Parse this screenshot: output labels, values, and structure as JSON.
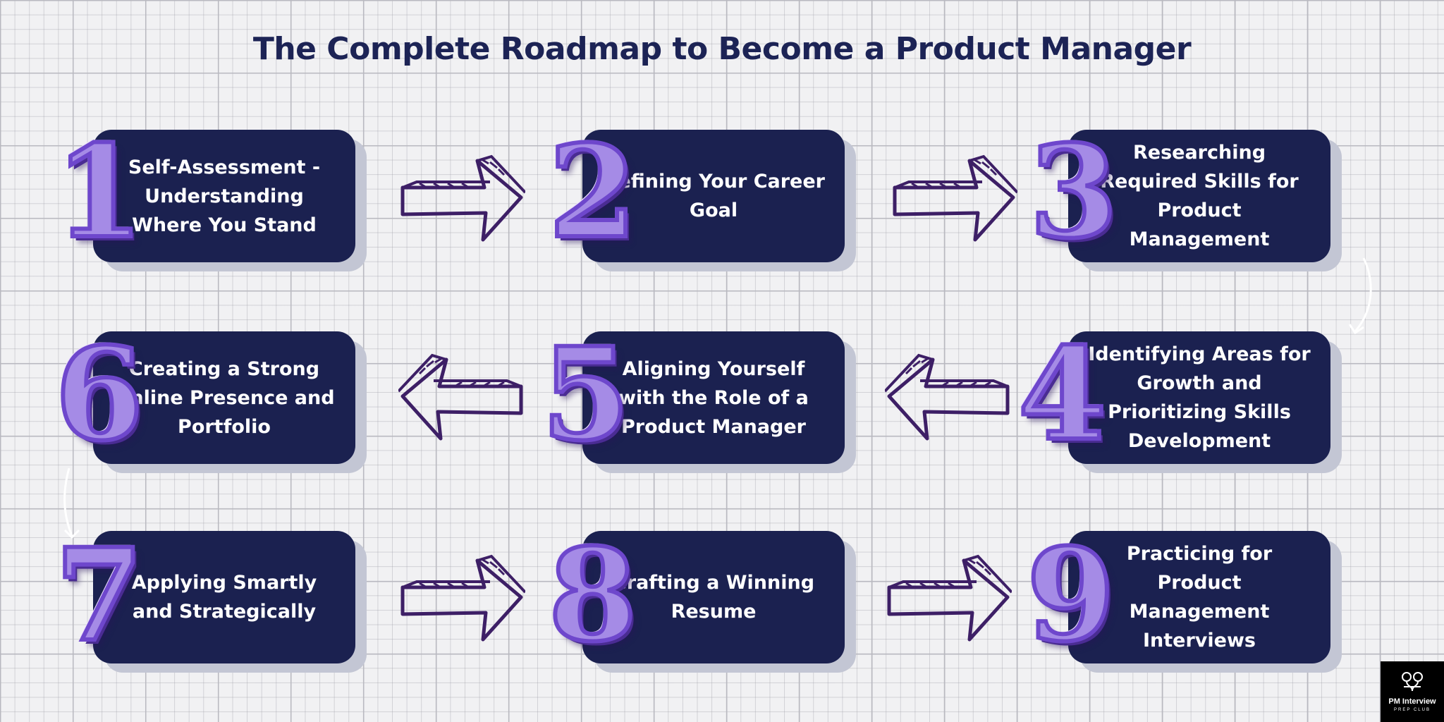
{
  "title": "The Complete Roadmap to Become a Product Manager",
  "colors": {
    "card": "#1b2150",
    "card_shadow": "#c3c6d4",
    "title": "#1c2355",
    "number": "#a58be6",
    "arrow": "#3d1f66"
  },
  "steps": [
    {
      "number": "1",
      "label": "Self-Assessment - Understanding Where You Stand"
    },
    {
      "number": "2",
      "label": "Defining Your Career Goal"
    },
    {
      "number": "3",
      "label": "Researching Required Skills for Product Management"
    },
    {
      "number": "4",
      "label": "Identifying Areas for Growth and Prioritizing Skills Development"
    },
    {
      "number": "5",
      "label": "Aligning Yourself with the Role of a Product Manager"
    },
    {
      "number": "6",
      "label": "Creating a Strong Online Presence and Portfolio"
    },
    {
      "number": "7",
      "label": "Applying Smartly and Strategically"
    },
    {
      "number": "8",
      "label": "Crafting a Winning Resume"
    },
    {
      "number": "9",
      "label": "Practicing for Product Management Interviews"
    }
  ],
  "arrows": [
    "right-arrow-icon",
    "left-arrow-icon",
    "curved-down-arrow-icon"
  ],
  "logo": {
    "name": "PM Interview",
    "sub": "PREP CLUB",
    "icon": "pm-club-logo-icon"
  }
}
